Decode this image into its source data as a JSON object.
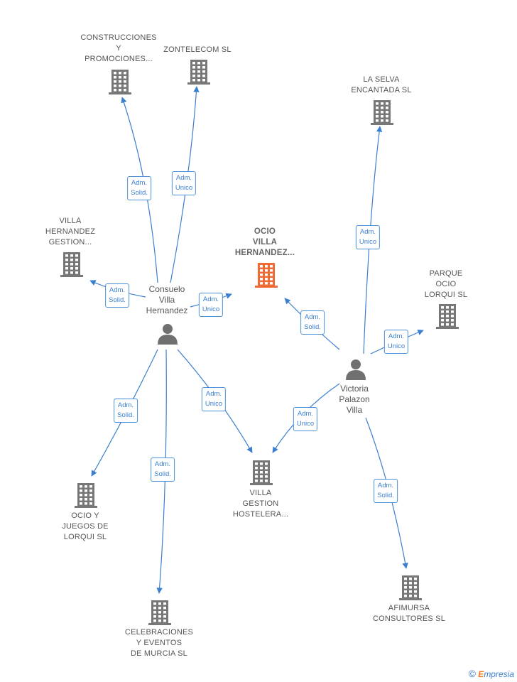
{
  "colors": {
    "edge": "#3a7fd0",
    "building": "#777777",
    "highlight": "#f06a35",
    "person": "#707070"
  },
  "nodes": {
    "construcciones": {
      "label": "CONSTRUCCIONES\nY\nPROMOCIONES...",
      "icon": "building-icon"
    },
    "zontelecom": {
      "label": "ZONTELECOM SL",
      "icon": "building-icon"
    },
    "la_selva": {
      "label": "LA SELVA\nENCANTADA SL",
      "icon": "building-icon"
    },
    "villa_hernandez_gestion": {
      "label": "VILLA\nHERNANDEZ\nGESTION...",
      "icon": "building-icon"
    },
    "ocio_villa": {
      "label": "OCIO\nVILLA\nHERNANDEZ...",
      "icon": "building-icon-highlight"
    },
    "parque_ocio": {
      "label": "PARQUE\nOCIO\nLORQUI  SL",
      "icon": "building-icon"
    },
    "consuelo": {
      "label": "Consuelo\nVilla\nHernandez",
      "icon": "person-icon"
    },
    "victoria": {
      "label": "Victoria\nPalazon\nVilla",
      "icon": "person-icon"
    },
    "ocio_juegos": {
      "label": "OCIO Y\nJUEGOS DE\nLORQUI  SL",
      "icon": "building-icon"
    },
    "villa_gestion_hostelera": {
      "label": "VILLA\nGESTION\nHOSTELERA...",
      "icon": "building-icon"
    },
    "celebraciones": {
      "label": "CELEBRACIONES\nY EVENTOS\nDE MURCIA  SL",
      "icon": "building-icon"
    },
    "afimursa": {
      "label": "AFIMURSA\nCONSULTORES SL",
      "icon": "building-icon"
    }
  },
  "edges": [
    {
      "label": "Adm.\nSolid."
    },
    {
      "label": "Adm.\nUnico"
    },
    {
      "label": "Adm.\nUnico"
    },
    {
      "label": "Adm.\nSolid."
    },
    {
      "label": "Adm.\nUnico"
    },
    {
      "label": "Adm.\nSolid."
    },
    {
      "label": "Adm.\nUnico"
    },
    {
      "label": "Adm.\nSolid."
    },
    {
      "label": "Adm.\nSolid."
    },
    {
      "label": "Adm.\nUnico"
    },
    {
      "label": "Adm.\nUnico"
    },
    {
      "label": "Adm.\nSolid."
    }
  ],
  "footer": {
    "copyright": "©",
    "brand_first": "E",
    "brand_rest": "mpresia"
  }
}
